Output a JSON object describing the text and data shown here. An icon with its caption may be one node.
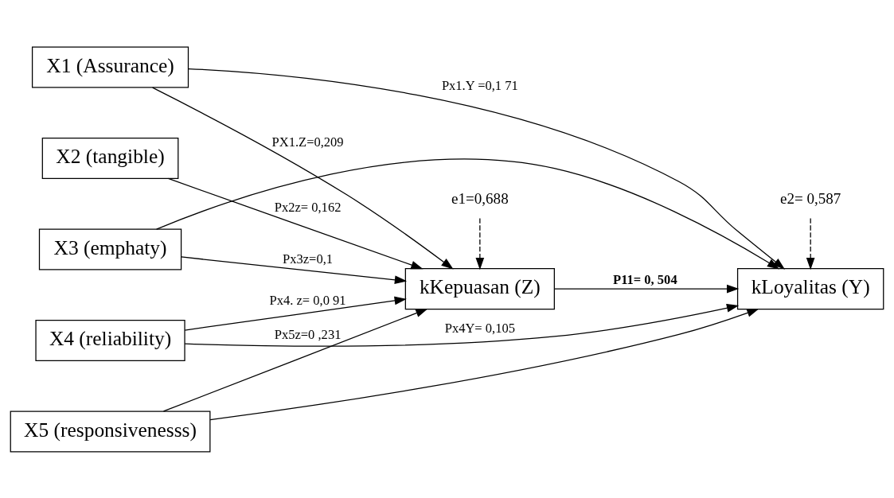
{
  "diagram": {
    "nodes": [
      {
        "text": [
          "X1 (Assurance)"
        ]
      },
      {
        "text": [
          "X2 (tangible)"
        ]
      },
      {
        "text": [
          "X3 (emphaty)"
        ]
      },
      {
        "text": [
          "X4 (reliability)"
        ]
      },
      {
        "text": [
          "X5 (responsivenesss)"
        ]
      },
      {
        "text": [
          "kKepuasan (Z)"
        ]
      },
      {
        "text": [
          "kLoyalitas (Y)"
        ]
      },
      {
        "text": [
          "e1=0,688"
        ]
      },
      {
        "text": [
          "e2= 0,587"
        ]
      }
    ],
    "edges": [
      {
        "from": 0,
        "to": 5,
        "arrow": "to",
        "label": "PX1.Z=0,209"
      },
      {
        "from": 1,
        "to": 5,
        "arrow": "to",
        "label": "Px2z= 0,162"
      },
      {
        "from": 2,
        "to": 5,
        "arrow": "to",
        "label": "Px3z=0,1"
      },
      {
        "from": 3,
        "to": 5,
        "arrow": "to",
        "label": "Px4. z= 0,0 91"
      },
      {
        "from": 4,
        "to": 5,
        "arrow": "to",
        "label": "Px5z=0 ,231"
      },
      {
        "from": 0,
        "to": 6,
        "arrow": "to",
        "label": "Px1.Y =0,1 71"
      },
      {
        "from": 2,
        "to": 6,
        "arrow": "to"
      },
      {
        "from": 3,
        "to": 6,
        "arrow": "to",
        "label": "Px4Y= 0,105"
      },
      {
        "from": 4,
        "to": 6,
        "arrow": "to"
      },
      {
        "from": 5,
        "to": 6,
        "arrow": "to",
        "label": "P11= 0, 504"
      },
      {
        "from": 7,
        "to": 5,
        "arrow": "to",
        "style": "dashed"
      },
      {
        "from": 8,
        "to": 6,
        "arrow": "to",
        "style": "dashed"
      }
    ]
  }
}
